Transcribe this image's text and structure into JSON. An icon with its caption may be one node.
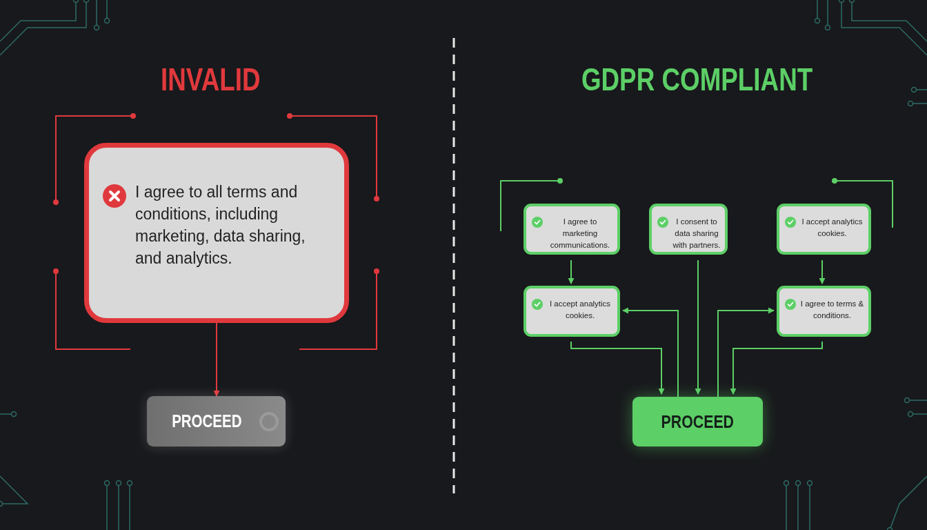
{
  "diagram": {
    "nodes": [
      {
        "text": [
          "I agree to all terms and conditions, including marketing, data sharing, and analytics."
        ]
      },
      {
        "text": [
          "PROCEED"
        ]
      },
      {
        "text": [
          "I agree to marketing communications."
        ]
      },
      {
        "text": [
          "I consent to data sharing with partners."
        ]
      },
      {
        "text": [
          "I accept analytics cookies."
        ]
      },
      {
        "text": [
          "I accept analytics cookies."
        ]
      },
      {
        "text": [
          "I agree to terms & conditions."
        ]
      },
      {
        "text": [
          "PROCEED"
        ]
      }
    ],
    "edges": [
      {
        "from": 0,
        "to": 1,
        "arrow": "to",
        "color": "#e0393d"
      },
      {
        "from": 2,
        "to": 5,
        "arrow": "to"
      },
      {
        "from": 4,
        "to": 6,
        "arrow": "to"
      },
      {
        "from": 5,
        "to": 7,
        "arrow": "to"
      },
      {
        "from": 7,
        "to": 5,
        "arrow": "to"
      },
      {
        "from": 3,
        "to": 7,
        "arrow": "to"
      },
      {
        "from": 7,
        "to": 6,
        "arrow": "to"
      },
      {
        "from": 6,
        "to": 7,
        "arrow": "to"
      }
    ],
    "labels": [
      "INVALID",
      "GDPR COMPLIANT"
    ]
  }
}
